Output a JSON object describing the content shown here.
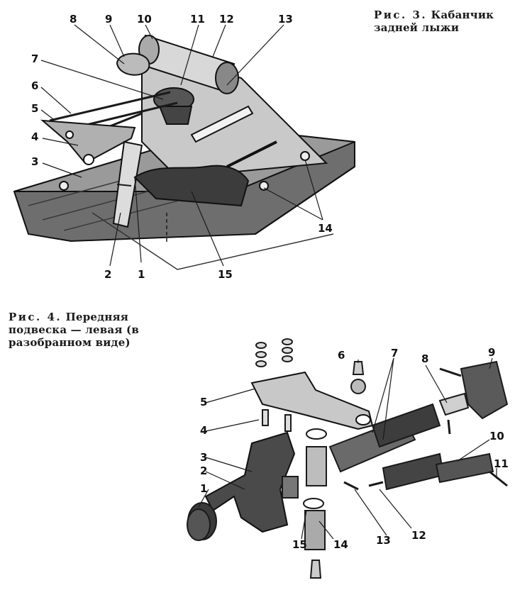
{
  "fig3": {
    "caption_prefix": "Рис. 3.",
    "caption_text": "Кабанчик задней лыжи",
    "labels": [
      {
        "n": "1"
      },
      {
        "n": "2"
      },
      {
        "n": "3"
      },
      {
        "n": "4"
      },
      {
        "n": "5"
      },
      {
        "n": "6"
      },
      {
        "n": "7"
      },
      {
        "n": "8"
      },
      {
        "n": "9"
      },
      {
        "n": "10"
      },
      {
        "n": "11"
      },
      {
        "n": "12"
      },
      {
        "n": "13"
      },
      {
        "n": "14"
      },
      {
        "n": "15"
      }
    ]
  },
  "fig4": {
    "caption_prefix": "Рис. 4.",
    "caption_text": "Передняя подвеска — левая (в разобранном виде)",
    "labels": [
      {
        "n": "1"
      },
      {
        "n": "2"
      },
      {
        "n": "3"
      },
      {
        "n": "4"
      },
      {
        "n": "5"
      },
      {
        "n": "6"
      },
      {
        "n": "7"
      },
      {
        "n": "8"
      },
      {
        "n": "9"
      },
      {
        "n": "10"
      },
      {
        "n": "11"
      },
      {
        "n": "12"
      },
      {
        "n": "13"
      },
      {
        "n": "14"
      },
      {
        "n": "15"
      }
    ]
  }
}
